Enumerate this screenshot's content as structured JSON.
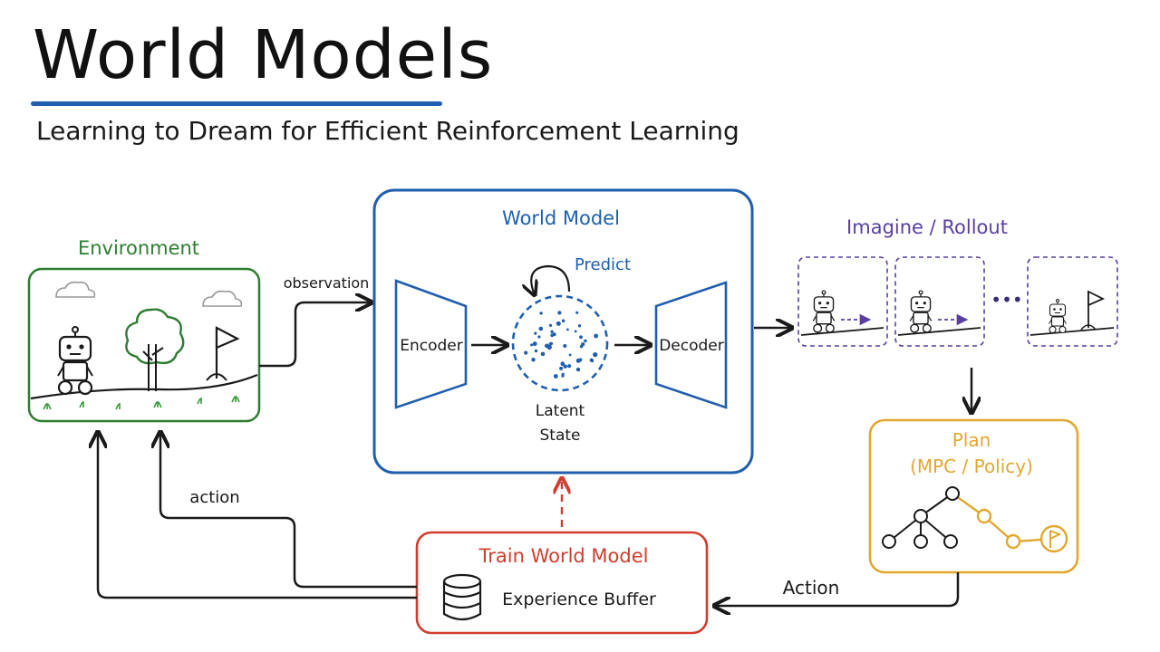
{
  "title": "World Models",
  "subtitle": "Learning to Dream for Efficient Reinforcement Learning",
  "environment": {
    "label": "Environment"
  },
  "edges": {
    "observation": "observation",
    "action_small": "action",
    "action_big": "Action"
  },
  "world_model": {
    "label": "World Model",
    "encoder": "Encoder",
    "decoder": "Decoder",
    "predict": "Predict",
    "latent_line1": "Latent",
    "latent_line2": "State"
  },
  "imagine": {
    "label": "Imagine / Rollout",
    "ellipsis": "•••"
  },
  "plan": {
    "label_line1": "Plan",
    "label_line2": "(MPC / Policy)"
  },
  "train": {
    "label": "Train World Model",
    "buffer": "Experience Buffer"
  },
  "colors": {
    "environment": "#2e7d32",
    "world_model": "#1f5fae",
    "imagine": "#5a3fa0",
    "plan": "#e0a82e",
    "train": "#d23c2e",
    "ink": "#1a1a1a"
  }
}
